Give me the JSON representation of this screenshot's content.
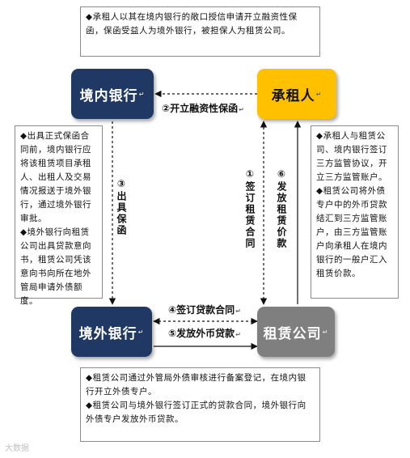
{
  "notes": {
    "top": "◆承租人以其在境内银行的敞口授信申请开立融资性保函，保函受益人为境外银行，被担保人为租赁公司。",
    "left_1": "◆出具正式保函合同前，境内银行应将该租赁项目承租人、出租人及交易情况报送于境外银行，通过境外银行审批。",
    "left_2": "◆境外银行向租赁公司出具贷款意向书，租赁公司凭该意向书向所在地外管局申请外债额度。",
    "right_1": "◆承租人与租赁公司、境内银行签订三方监管协议，开立三方监管账户。",
    "right_2": "◆租赁公司将外债专户中的外币贷款结汇到三方监管账户，由三方监管账户向承租人在境内银行的一般户汇入租赁价款。",
    "bottom_1": "◆租赁公司通过外管局外债审核进行备案登记，在境内银行开立外债专户。",
    "bottom_2": "◆租赁公司与境外银行签订正式的贷款合同，境外银行向外债专户发放外币贷款。"
  },
  "nodes": {
    "domestic_bank": "境内银行",
    "lessee": "承租人",
    "foreign_bank": "境外银行",
    "leasing_company": "租赁公司"
  },
  "arrows": {
    "a1": "①签订租赁合同",
    "a2": "②开立融资性保函",
    "a3": "③出具保函",
    "a4": "④签订贷款合同",
    "a5": "⑤发放外币贷款",
    "a6": "⑥发放租赁价款"
  },
  "return_mark": "↵",
  "watermark": "大数据",
  "colors": {
    "domestic_bank": "#1f3864",
    "foreign_bank": "#1f3864",
    "lessee": "#ffc000",
    "leasing_company": "#7f7f7f"
  }
}
